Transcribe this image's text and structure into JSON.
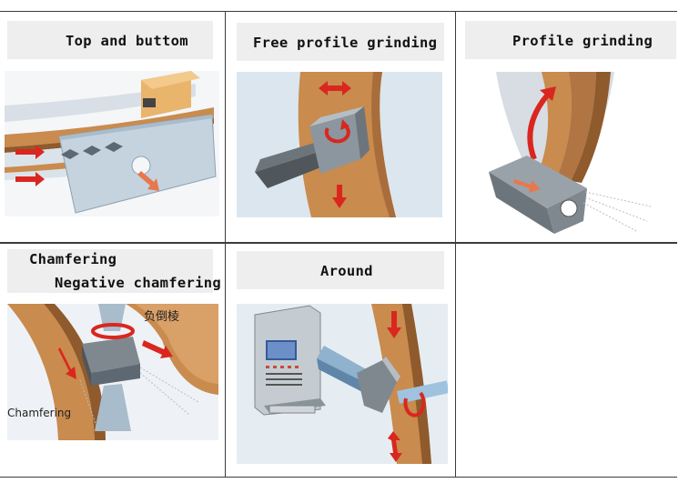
{
  "panels": [
    {
      "id": "top-bottom",
      "title": "Top and buttom"
    },
    {
      "id": "free-profile",
      "title": "Free profile grinding"
    },
    {
      "id": "profile",
      "title": "Profile grinding"
    },
    {
      "id": "chamfer",
      "title": "Chamfering",
      "subtitle": "Negative chamfering",
      "label_cn": "负倒棱",
      "label_side": "Chamfering"
    },
    {
      "id": "around",
      "title": "Around"
    }
  ],
  "colors": {
    "grid": "#3b3b3b",
    "title_bg": "#eeeeee",
    "arrow": "#d9271f",
    "copper": "#c98b4e",
    "steel": "#9aa7b2"
  }
}
